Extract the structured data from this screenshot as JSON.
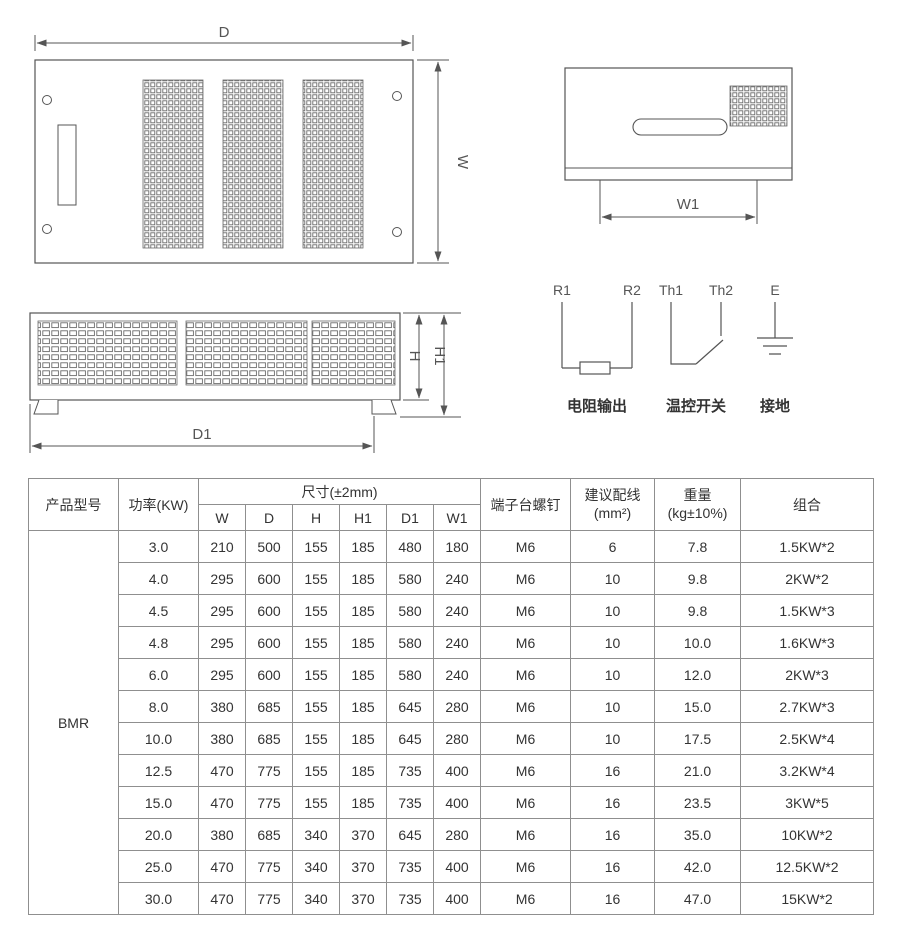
{
  "drawings": {
    "top_view": {
      "dim_d": "D",
      "dim_w": "W"
    },
    "end_view": {
      "dim_w1": "W1"
    },
    "front_view": {
      "dim_h": "H",
      "dim_h1": "H1",
      "dim_d1": "D1"
    }
  },
  "wiring": {
    "r1": "R1",
    "r2": "R2",
    "th1": "Th1",
    "th2": "Th2",
    "e": "E",
    "resistor_label": "电阻输出",
    "thermo_label": "温控开关",
    "ground_label": "接地"
  },
  "table": {
    "headers": {
      "model": "产品型号",
      "power": "功率(KW)",
      "size_group": "尺寸(±2mm)",
      "size_cols": [
        "W",
        "D",
        "H",
        "H1",
        "D1",
        "W1"
      ],
      "screw": "端子台螺钉",
      "wiring_line1": "建议配线",
      "wiring_line2": "(mm²)",
      "weight_line1": "重量",
      "weight_line2": "(kg±10%)",
      "combo": "组合"
    },
    "model_value": "BMR",
    "rows": [
      [
        "3.0",
        "210",
        "500",
        "155",
        "185",
        "480",
        "180",
        "M6",
        "6",
        "7.8",
        "1.5KW*2"
      ],
      [
        "4.0",
        "295",
        "600",
        "155",
        "185",
        "580",
        "240",
        "M6",
        "10",
        "9.8",
        "2KW*2"
      ],
      [
        "4.5",
        "295",
        "600",
        "155",
        "185",
        "580",
        "240",
        "M6",
        "10",
        "9.8",
        "1.5KW*3"
      ],
      [
        "4.8",
        "295",
        "600",
        "155",
        "185",
        "580",
        "240",
        "M6",
        "10",
        "10.0",
        "1.6KW*3"
      ],
      [
        "6.0",
        "295",
        "600",
        "155",
        "185",
        "580",
        "240",
        "M6",
        "10",
        "12.0",
        "2KW*3"
      ],
      [
        "8.0",
        "380",
        "685",
        "155",
        "185",
        "645",
        "280",
        "M6",
        "10",
        "15.0",
        "2.7KW*3"
      ],
      [
        "10.0",
        "380",
        "685",
        "155",
        "185",
        "645",
        "280",
        "M6",
        "10",
        "17.5",
        "2.5KW*4"
      ],
      [
        "12.5",
        "470",
        "775",
        "155",
        "185",
        "735",
        "400",
        "M6",
        "16",
        "21.0",
        "3.2KW*4"
      ],
      [
        "15.0",
        "470",
        "775",
        "155",
        "185",
        "735",
        "400",
        "M6",
        "16",
        "23.5",
        "3KW*5"
      ],
      [
        "20.0",
        "380",
        "685",
        "340",
        "370",
        "645",
        "280",
        "M6",
        "16",
        "35.0",
        "10KW*2"
      ],
      [
        "25.0",
        "470",
        "775",
        "340",
        "370",
        "735",
        "400",
        "M6",
        "16",
        "42.0",
        "12.5KW*2"
      ],
      [
        "30.0",
        "470",
        "775",
        "340",
        "370",
        "735",
        "400",
        "M6",
        "16",
        "47.0",
        "15KW*2"
      ]
    ]
  }
}
